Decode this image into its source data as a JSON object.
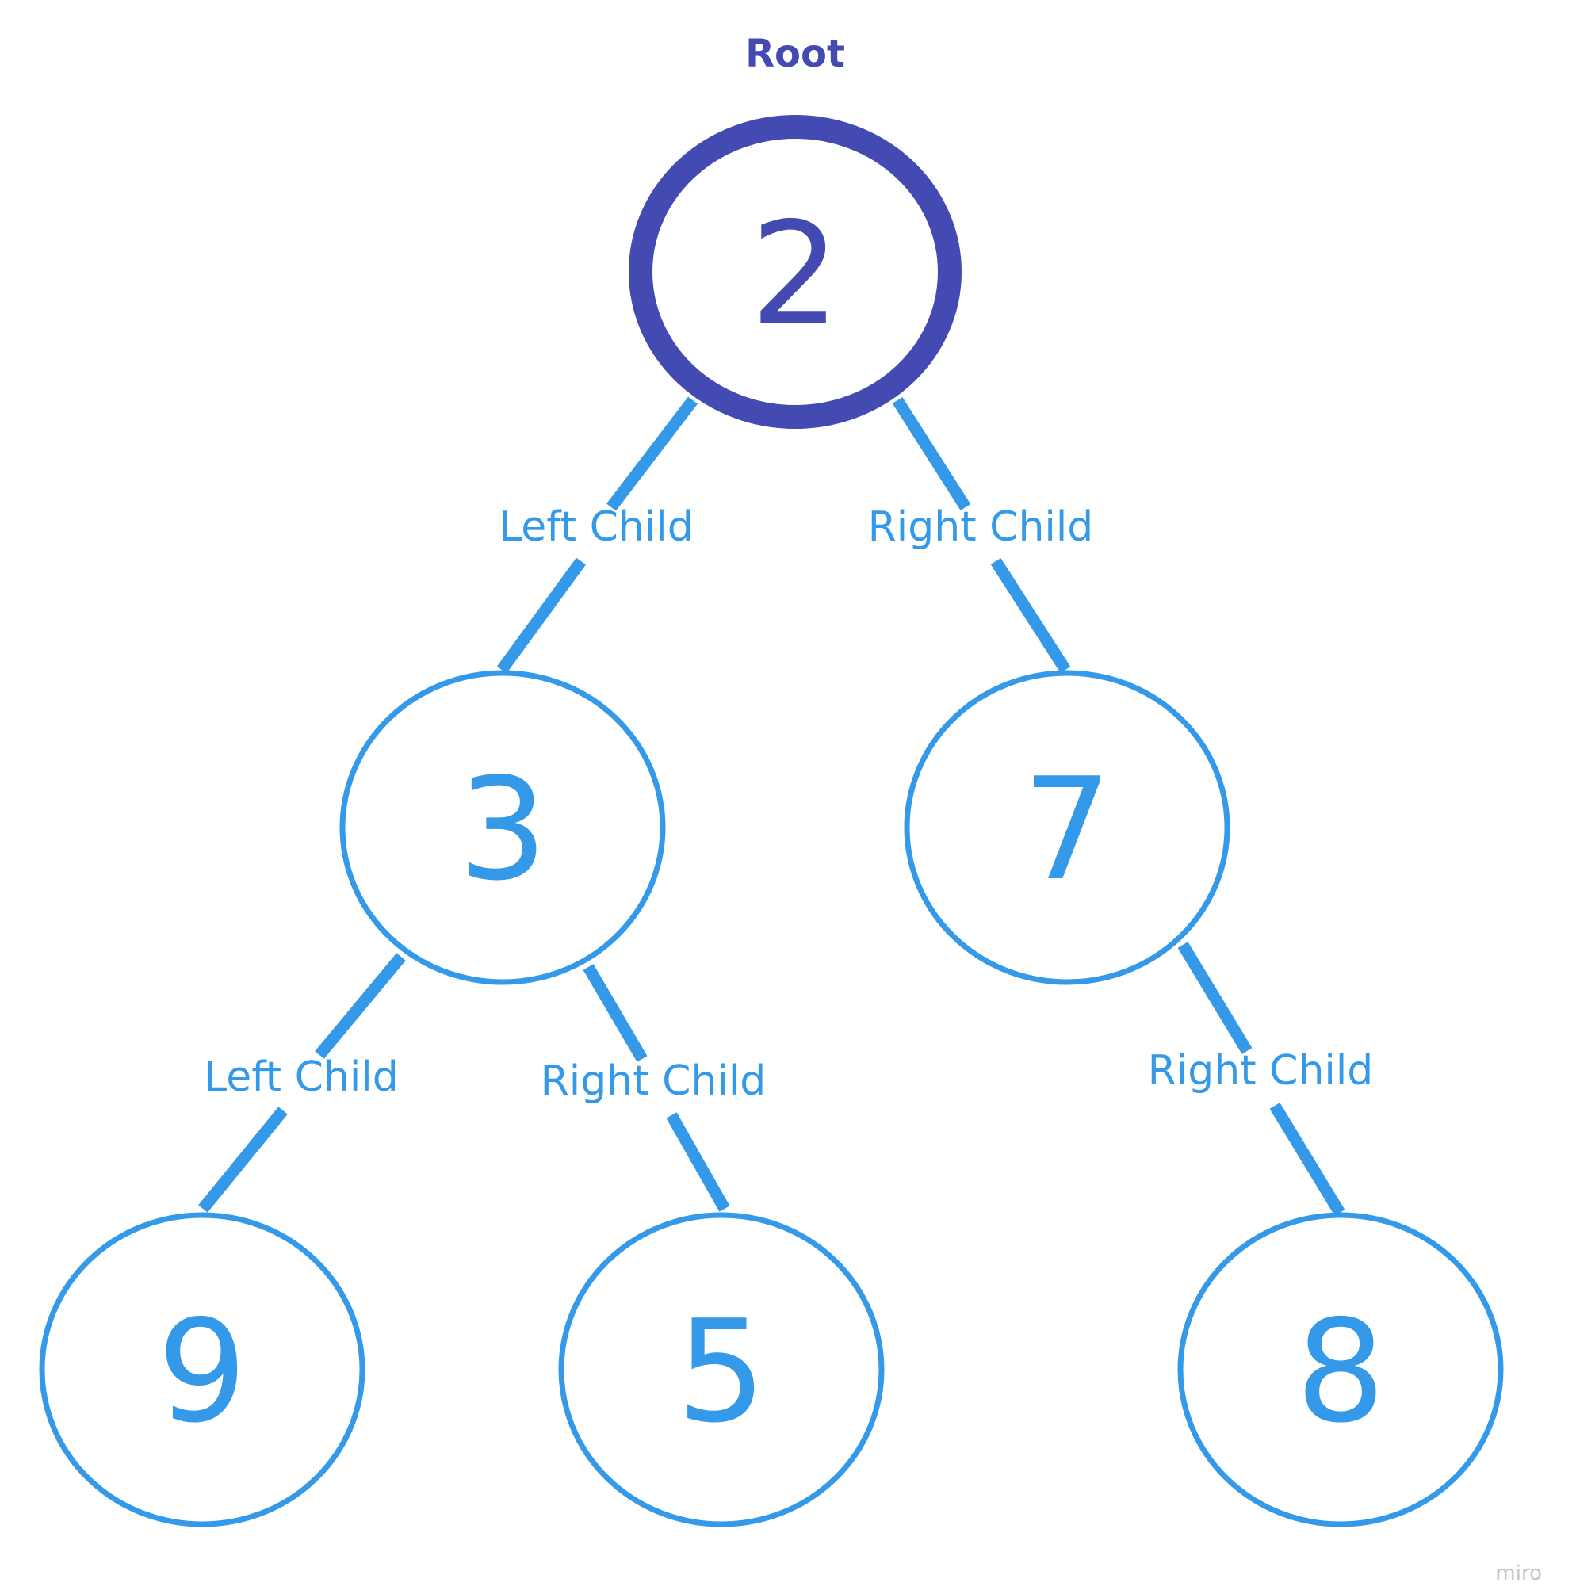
{
  "root_label": "Root",
  "nodes": [
    {
      "value": "2",
      "role": "root"
    },
    {
      "value": "3",
      "role": "child"
    },
    {
      "value": "7",
      "role": "child"
    },
    {
      "value": "9",
      "role": "child"
    },
    {
      "value": "5",
      "role": "child"
    },
    {
      "value": "8",
      "role": "child"
    }
  ],
  "edges": [
    {
      "from": "2",
      "to": "3",
      "label": "Left Child"
    },
    {
      "from": "2",
      "to": "7",
      "label": "Right Child"
    },
    {
      "from": "3",
      "to": "9",
      "label": "Left Child"
    },
    {
      "from": "3",
      "to": "5",
      "label": "Right Child"
    },
    {
      "from": "7",
      "to": "8",
      "label": "Right Child"
    }
  ],
  "watermark": "miro",
  "colors": {
    "root": "#434AB2",
    "node": "#3399E8",
    "watermark": "#C4C4C4"
  }
}
